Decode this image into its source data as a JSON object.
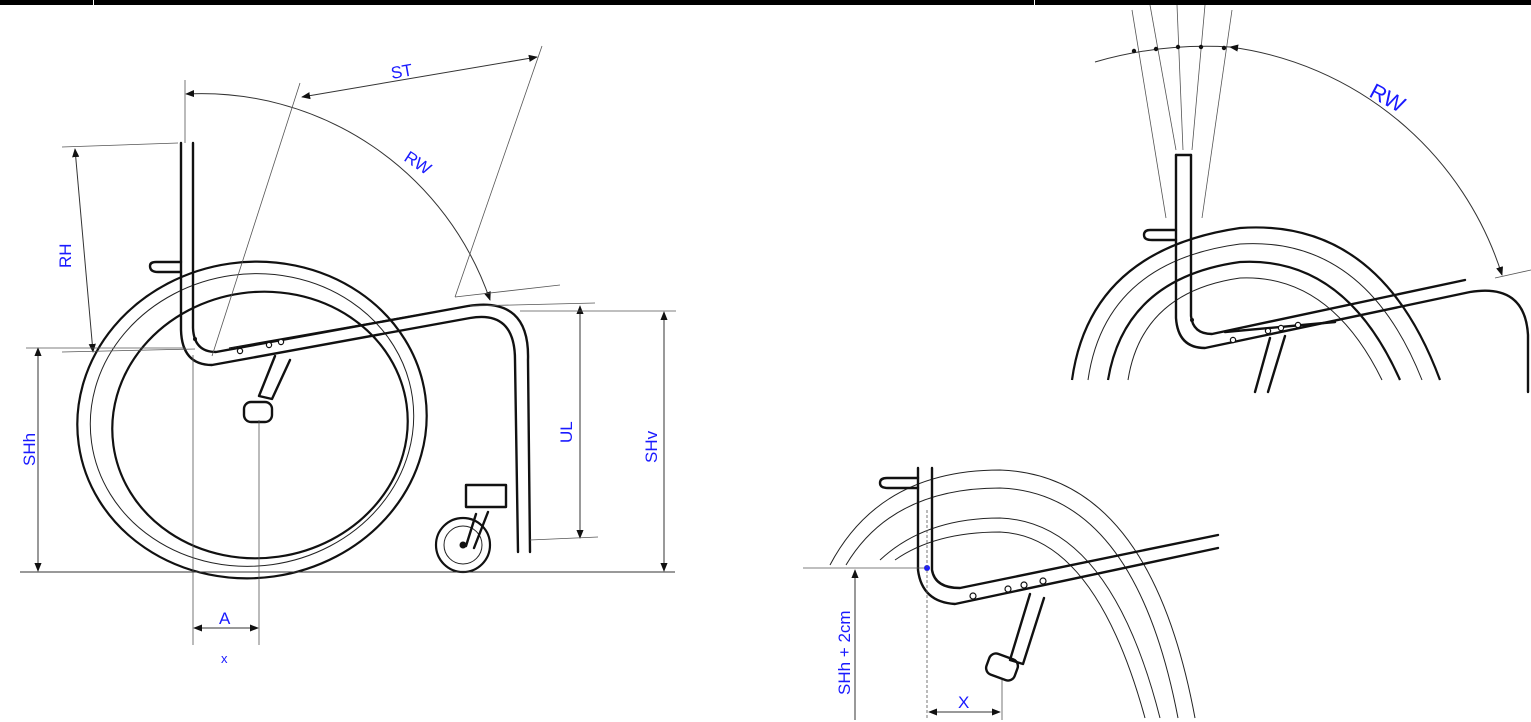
{
  "labels": {
    "st": "ST",
    "rw": "RW",
    "rh": "RH",
    "shh": "SHh",
    "ul": "UL",
    "shv": "SHv",
    "a": "A",
    "x_small": "x",
    "rw_top_right": "RW",
    "shh_plus": "SHh + 2cm",
    "x_bottom": "X"
  },
  "colors": {
    "label_blue": "#1a1aff",
    "line": "#111111",
    "topbar": "#000000"
  }
}
